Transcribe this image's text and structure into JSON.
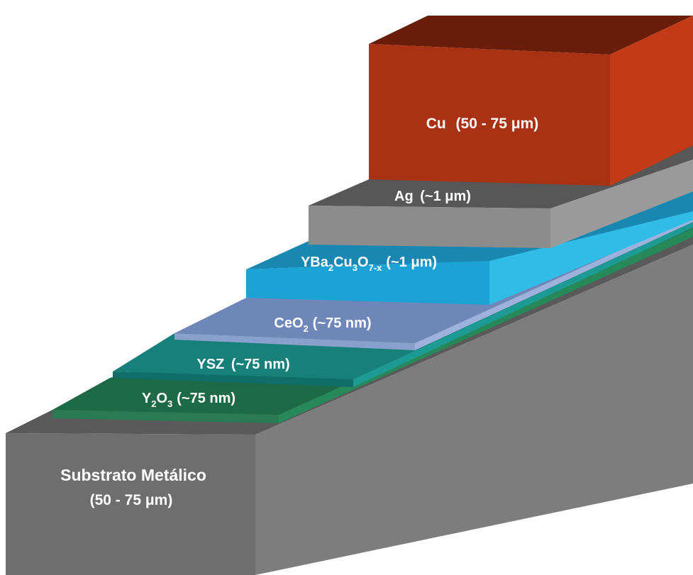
{
  "layers": {
    "cu": {
      "name": "Cu",
      "thickness": "(50 - 75 μm)",
      "color": "#a93214"
    },
    "ag": {
      "name": "Ag",
      "thickness": "(~1 μm)",
      "color": "#5f5f5f"
    },
    "ybco": {
      "formula_parts": [
        "YBa",
        "2",
        "Cu",
        "3",
        "O",
        "7-x"
      ],
      "thickness": "(~1 μm)",
      "color": "#1aa3d4"
    },
    "ceo2": {
      "formula_parts": [
        "CeO",
        "2"
      ],
      "thickness": "(~75 nm)",
      "color": "#6f86b8"
    },
    "ysz": {
      "name": "YSZ",
      "thickness": "(~75 nm)",
      "color": "#17807a"
    },
    "y2o3": {
      "formula_parts": [
        "Y",
        "2",
        "O",
        "3"
      ],
      "thickness": "(~75 nm)",
      "color": "#1e6a48"
    },
    "substrate": {
      "line1": "Substrato Metálico",
      "line2": "(50 - 75 μm)",
      "color": "#7d7d7d"
    }
  }
}
